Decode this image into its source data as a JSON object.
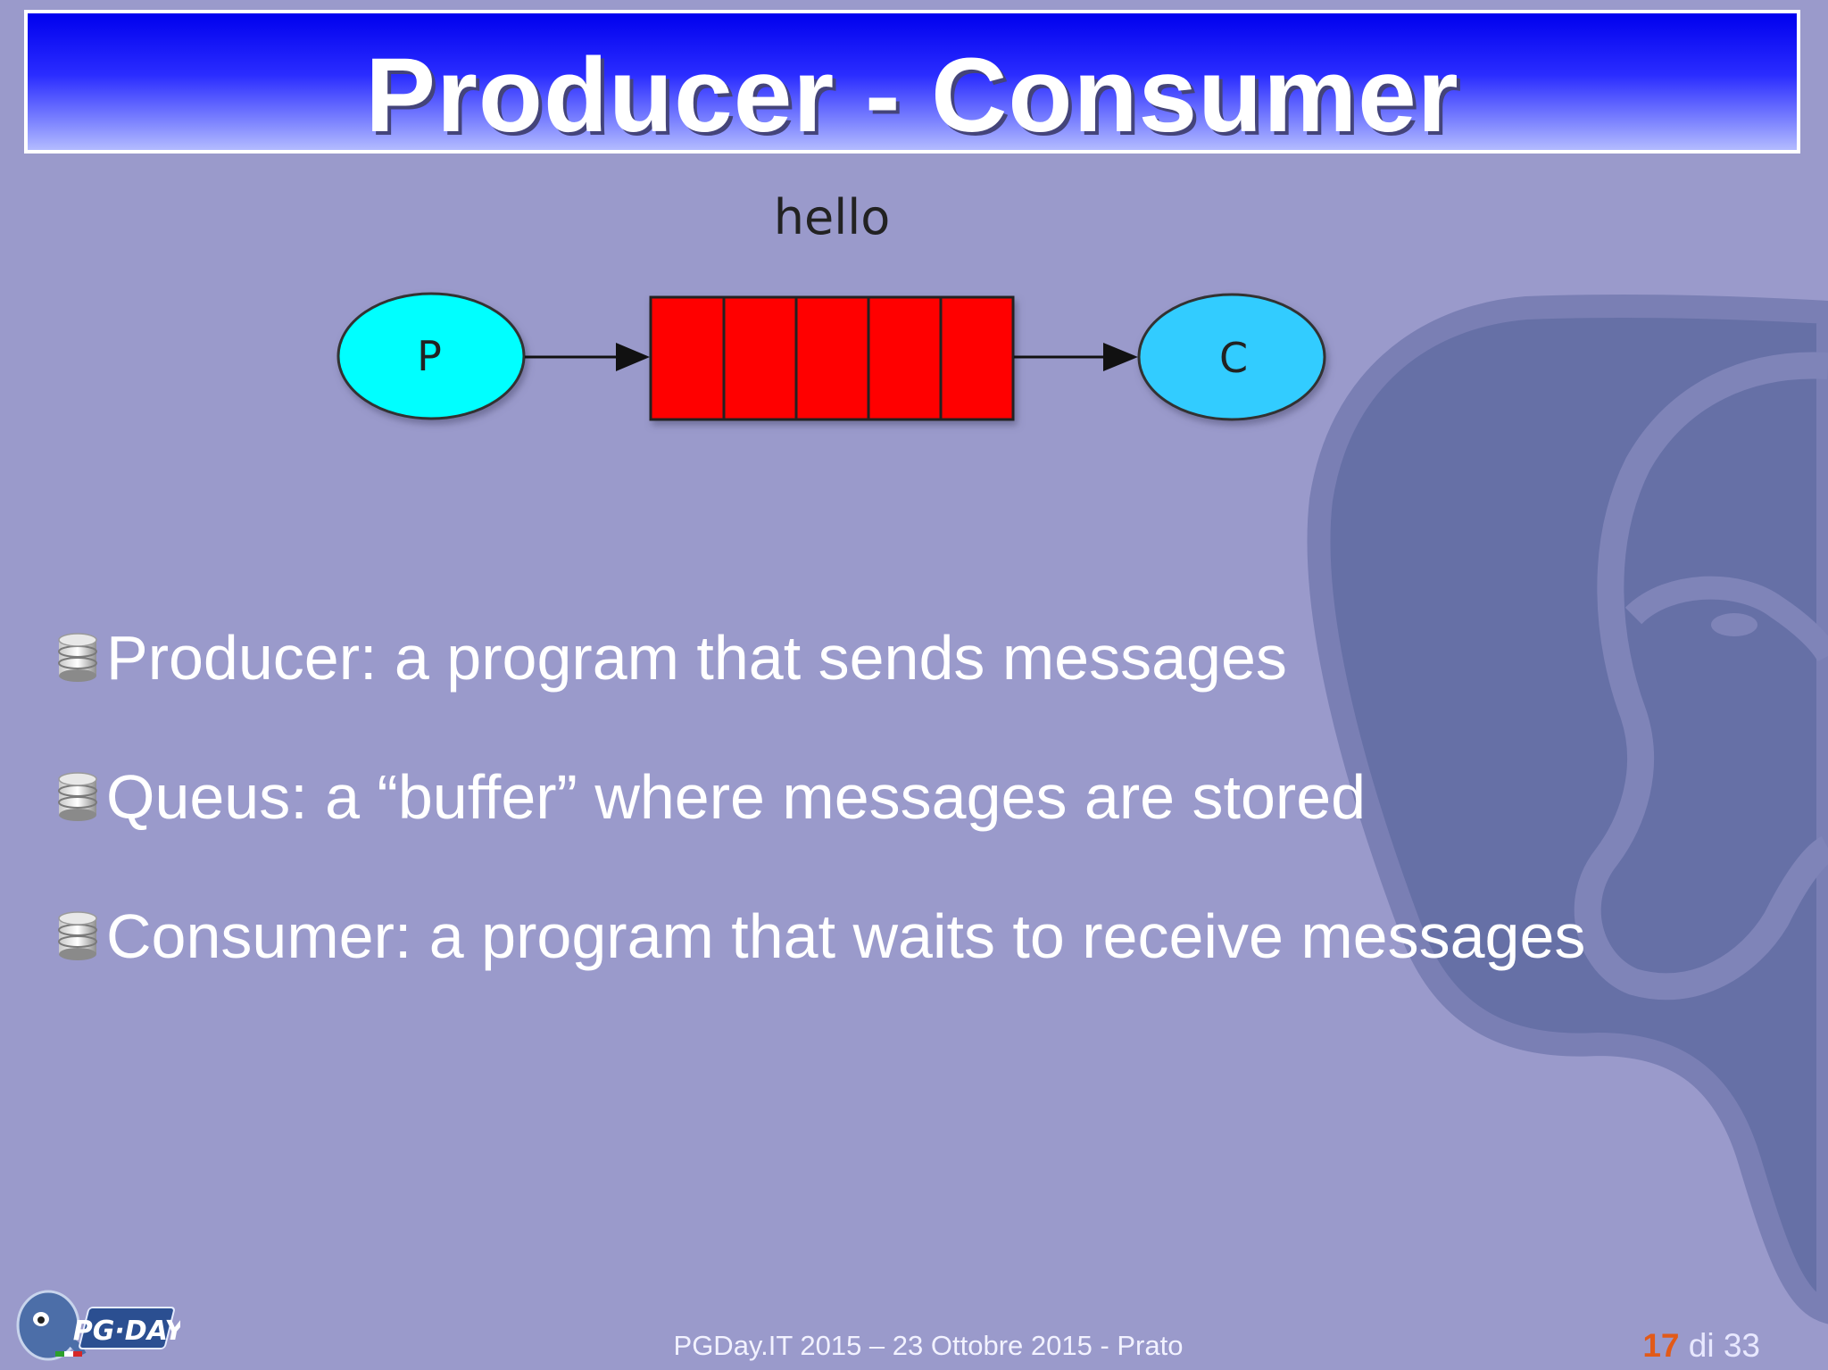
{
  "slide": {
    "title": "Producer - Consumer",
    "bullets": [
      "Producer: a program that sends messages",
      "Queus: a “buffer” where messages are stored",
      "Consumer: a program that waits to receive messages"
    ],
    "footer": "PGDay.IT 2015 – 23 Ottobre 2015 - Prato",
    "page": {
      "current": "17",
      "separator": "di",
      "total": "33"
    }
  },
  "diagram": {
    "queue_label": "hello",
    "producer_label": "P",
    "consumer_label": "C",
    "queue_slots": 5,
    "colors": {
      "producer": "#00ffff",
      "consumer": "#33ccff",
      "queue": "#ff0000"
    }
  },
  "logo": {
    "text": "PG·DAY",
    "icon": "pgday-elephant-logo-icon"
  },
  "colors": {
    "background": "#9a9acb",
    "title_bar": "#0000ee",
    "page_current": "#e25a18"
  }
}
